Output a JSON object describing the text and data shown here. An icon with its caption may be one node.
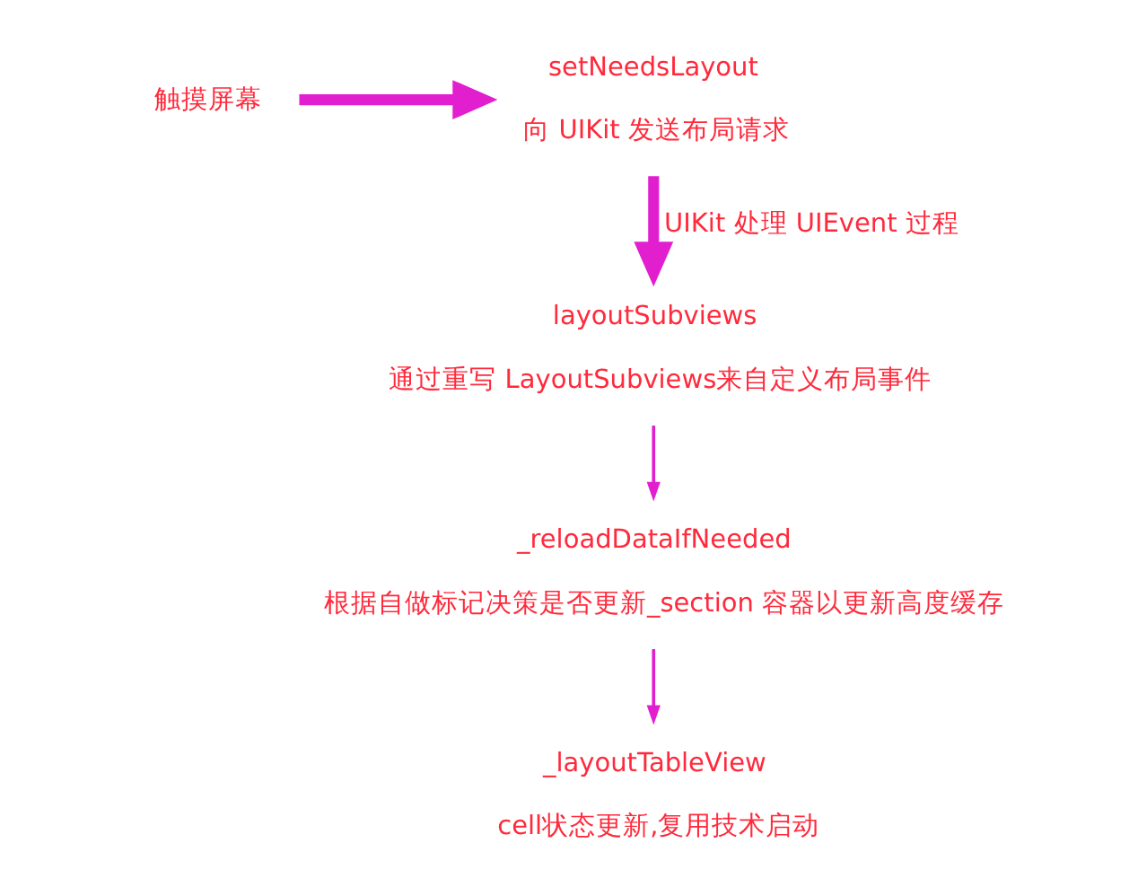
{
  "diagram": {
    "nodes": [
      {
        "text": [
          "触摸屏幕"
        ]
      },
      {
        "text": [
          "setNeedsLayout",
          "向 UIKit 发送布局请求"
        ]
      },
      {
        "text": [
          "layoutSubviews",
          "通过重写 LayoutSubviews来自定义布局事件"
        ]
      },
      {
        "text": [
          "_reloadDataIfNeeded",
          "根据自做标记决策是否更新_section 容器以更新高度缓存"
        ]
      },
      {
        "text": [
          "_layoutTableView",
          "cell状态更新,复用技术启动"
        ]
      }
    ],
    "edges": [
      {
        "from": 0,
        "to": 1,
        "arrow": "to",
        "style": "thick"
      },
      {
        "from": 1,
        "to": 2,
        "arrow": "to",
        "style": "thick",
        "label": "UIKit 处理 UIEvent 过程"
      },
      {
        "from": 2,
        "to": 3,
        "arrow": "to"
      },
      {
        "from": 3,
        "to": 4,
        "arrow": "to"
      }
    ]
  }
}
